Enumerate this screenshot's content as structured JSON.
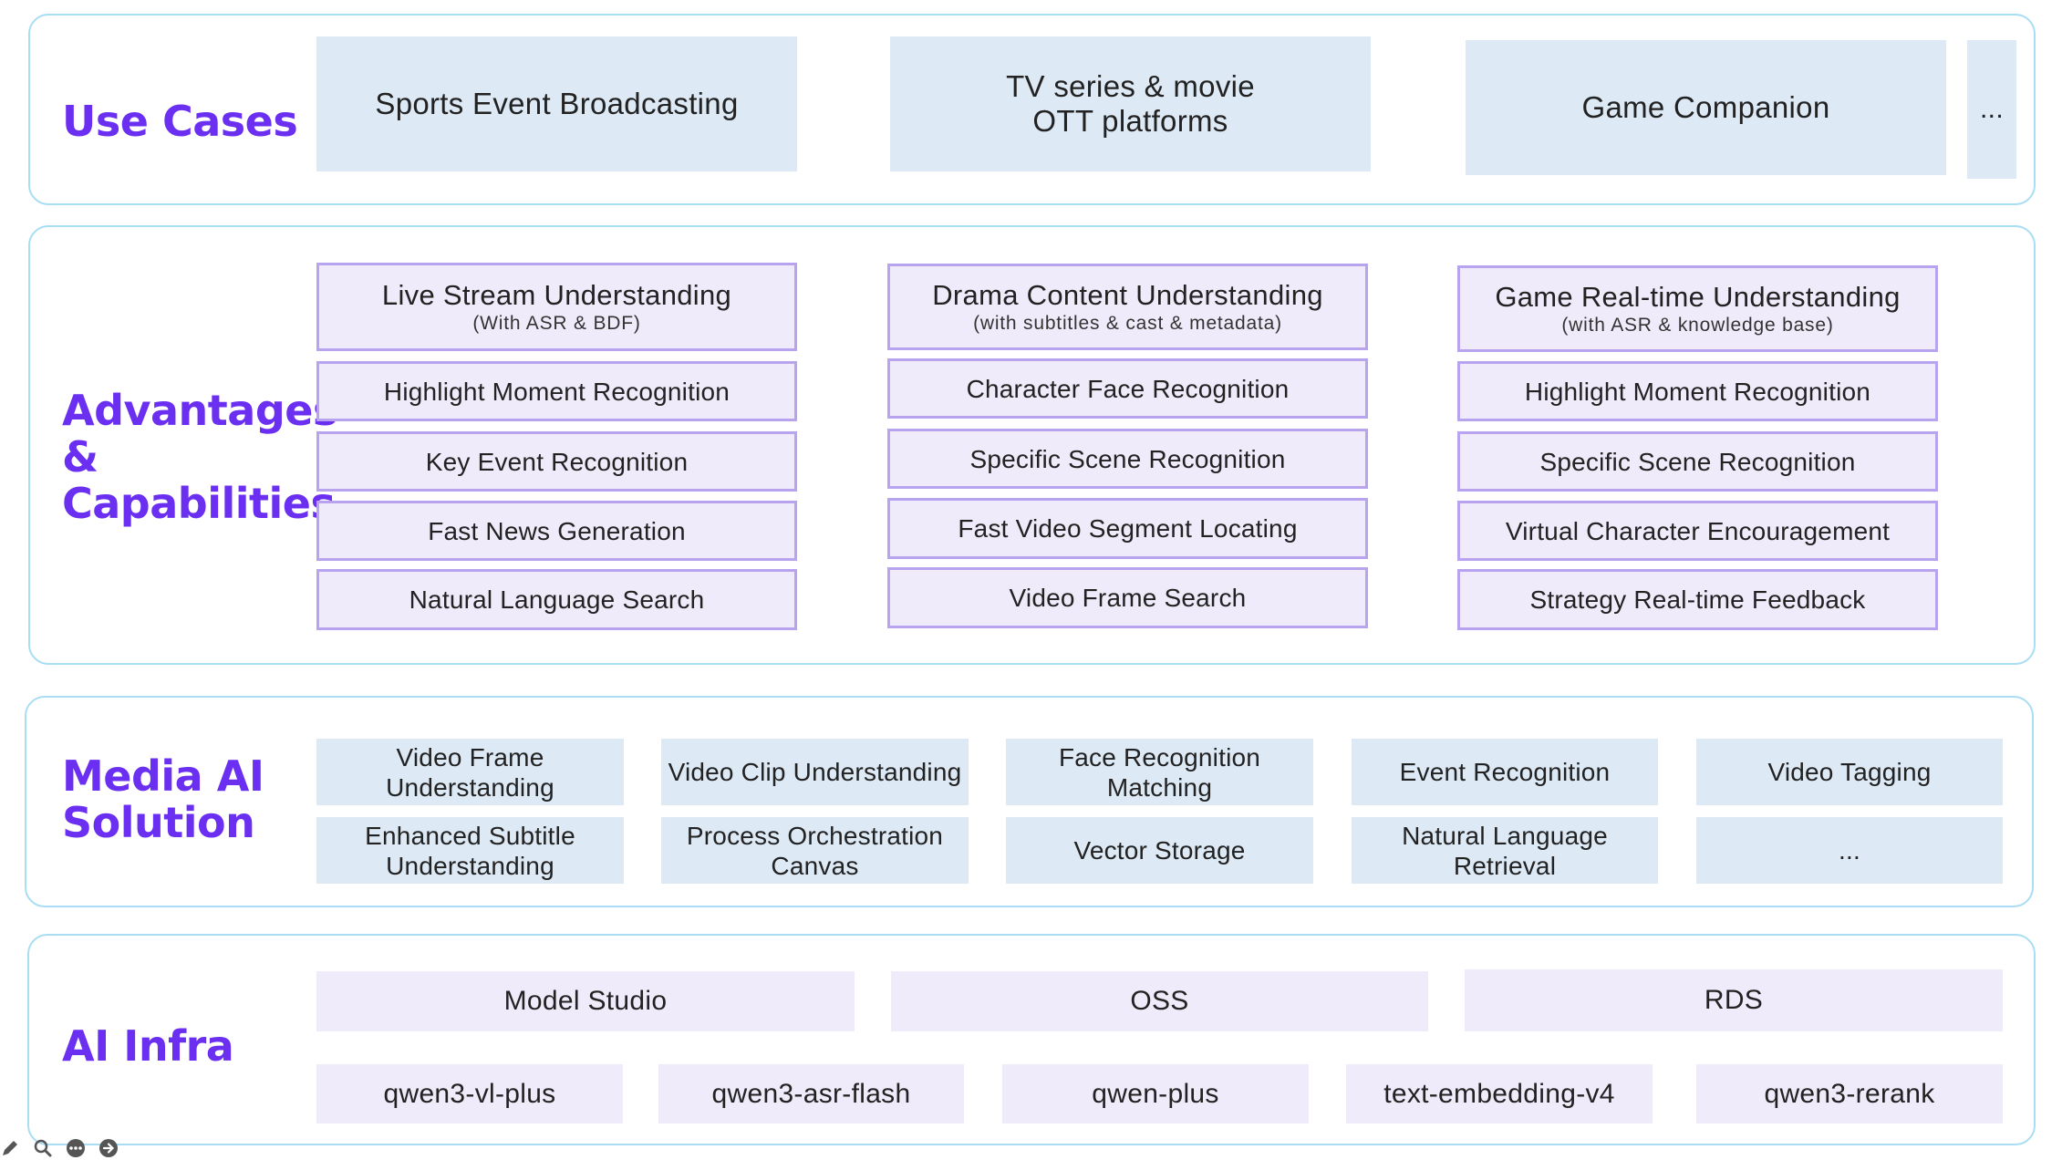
{
  "use_cases": {
    "title": "Use Cases",
    "items": [
      "Sports Event Broadcasting",
      "TV series & movie",
      "OTT platforms",
      "Game Companion",
      "..."
    ]
  },
  "advantages": {
    "title_lines": [
      "Advantages",
      "&",
      "Capabilities"
    ],
    "columns": [
      {
        "header": "Live Stream Understanding",
        "sub": "(With ASR & BDF)",
        "items": [
          "Highlight Moment Recognition",
          "Key Event Recognition",
          "Fast News Generation",
          "Natural Language Search"
        ]
      },
      {
        "header": "Drama Content Understanding",
        "sub": "(with subtitles & cast & metadata)",
        "items": [
          "Character Face Recognition",
          "Specific Scene Recognition",
          "Fast Video Segment Locating",
          "Video Frame Search"
        ]
      },
      {
        "header": "Game Real-time Understanding",
        "sub": "(with ASR & knowledge base)",
        "items": [
          "Highlight Moment Recognition",
          "Specific Scene Recognition",
          "Virtual Character Encouragement",
          "Strategy Real-time Feedback"
        ]
      }
    ]
  },
  "media_ai": {
    "title_lines": [
      "Media AI",
      "Solution"
    ],
    "row1": [
      [
        "Video Frame",
        "Understanding"
      ],
      [
        "Video Clip Understanding"
      ],
      [
        "Face Recognition",
        "Matching"
      ],
      [
        "Event Recognition"
      ],
      [
        "Video Tagging"
      ]
    ],
    "row2": [
      [
        "Enhanced Subtitle",
        "Understanding"
      ],
      [
        "Process Orchestration",
        "Canvas"
      ],
      [
        "Vector Storage"
      ],
      [
        "Natural Language",
        "Retrieval"
      ],
      [
        "..."
      ]
    ]
  },
  "ai_infra": {
    "title": "AI Infra",
    "services": [
      "Model Studio",
      "OSS",
      "RDS"
    ],
    "models": [
      "qwen3-vl-plus",
      "qwen3-asr-flash",
      "qwen-plus",
      "text-embedding-v4",
      "qwen3-rerank"
    ]
  },
  "toolbar": {
    "icons": [
      "pencil-icon",
      "magnifier-icon",
      "more-icon",
      "arrow-right-icon"
    ]
  },
  "colors": {
    "title": "#6a2ff0",
    "panel_border": "#a9ddf3",
    "blue_box": "#dde9f5",
    "lavender_box": "#efebfa",
    "purple_border": "#b8a4ee"
  }
}
